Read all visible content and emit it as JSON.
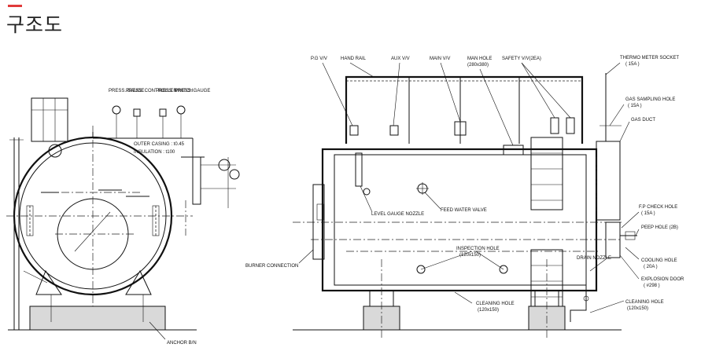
{
  "header": {
    "title": "구조도"
  },
  "front_view": {
    "gauges": [
      "PRESS. GAUGE",
      "PRESS. CONTROLLER",
      "PRESS. SWITCH",
      "PRESS. GAUGE"
    ],
    "outer_casing": "OUTER CASING : t0.45",
    "insulation": "INSULATION : t100",
    "anchor": "ANCHOR B/N"
  },
  "side_view": {
    "labels": {
      "pg_vv": "P.G V/V",
      "hand_rail": "HAND RAIL",
      "aux_vv": "AUX V/V",
      "main_vv": "MAIN V/V",
      "man_hole": "MAN HOLE",
      "man_hole_size": "(280x380)",
      "safety_vv": "SAFETY V/V(2EA)",
      "thermo_meter_socket": "THERMO METER SOCKET",
      "thermo_meter_socket_size": "( 15A )",
      "gas_sampling_hole": "GAS SAMPLING HOLE",
      "gas_sampling_hole_size": "( 15A )",
      "gas_duct": "GAS DUCT",
      "level_gauge_nozzle": "LEVEL GAUGE NOZZLE",
      "feed_water_valve": "FEED WATER VALVE",
      "fp_check_hole": "F.P CHECK HOLE",
      "fp_check_hole_size": "( 15A )",
      "peep_hole": "PEEP HOLE (2B)",
      "inspection_hole": "INSPECTION HOLE",
      "inspection_hole_size": "(120x150)",
      "drain_nozzle": "DRAIN NOZZLE",
      "cooling_hole": "COOLING HOLE",
      "cooling_hole_size": "( 20A )",
      "burner_connection": "BURNER CONNECTION",
      "explosion_door": "EXPLOSION DOOR",
      "explosion_door_size": "( #298 )",
      "cleaning_hole_1": "CLEANING HOLE",
      "cleaning_hole_1_size": "(120x150)",
      "cleaning_hole_2": "CLEANING HOLE",
      "cleaning_hole_2_size": "(120x150)"
    }
  }
}
